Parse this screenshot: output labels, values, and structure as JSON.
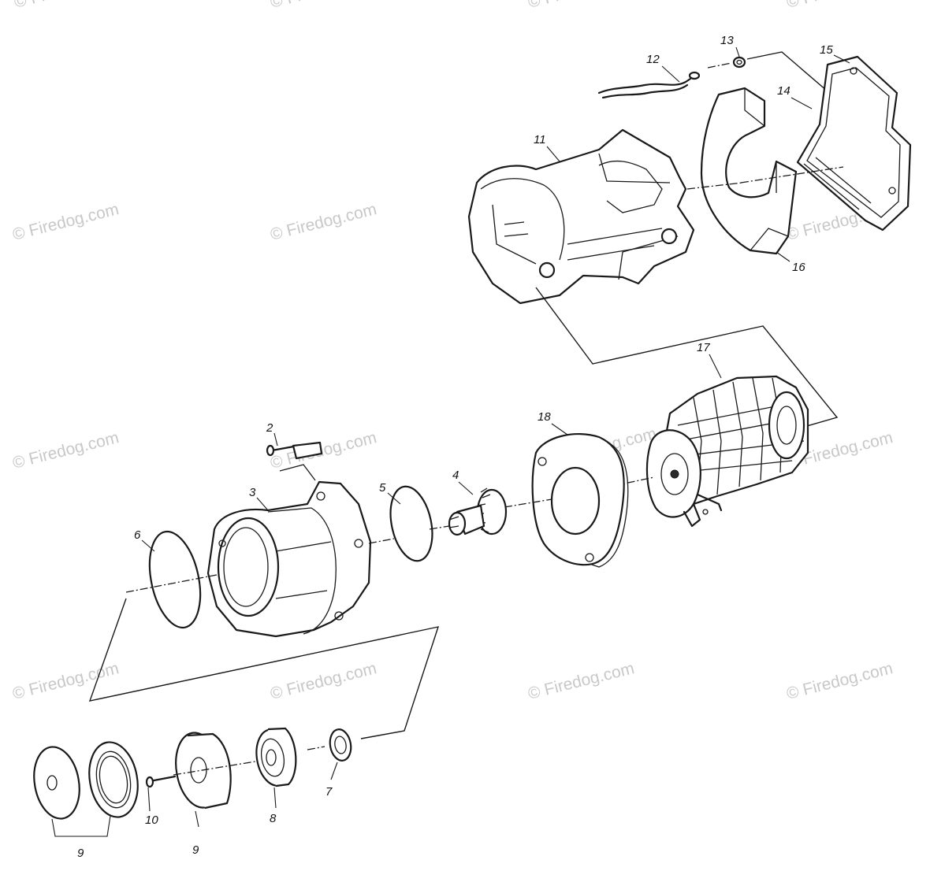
{
  "watermark": "© Firedog.com",
  "callouts": {
    "n2": "2",
    "n3": "3",
    "n4": "4",
    "n5": "5",
    "n6": "6",
    "n7": "7",
    "n8": "8",
    "n9a": "9",
    "n9b": "9",
    "n10": "10",
    "n11": "11",
    "n12": "12",
    "n13": "13",
    "n14": "14",
    "n15": "15",
    "n16": "16",
    "n17": "17",
    "n18": "18"
  }
}
